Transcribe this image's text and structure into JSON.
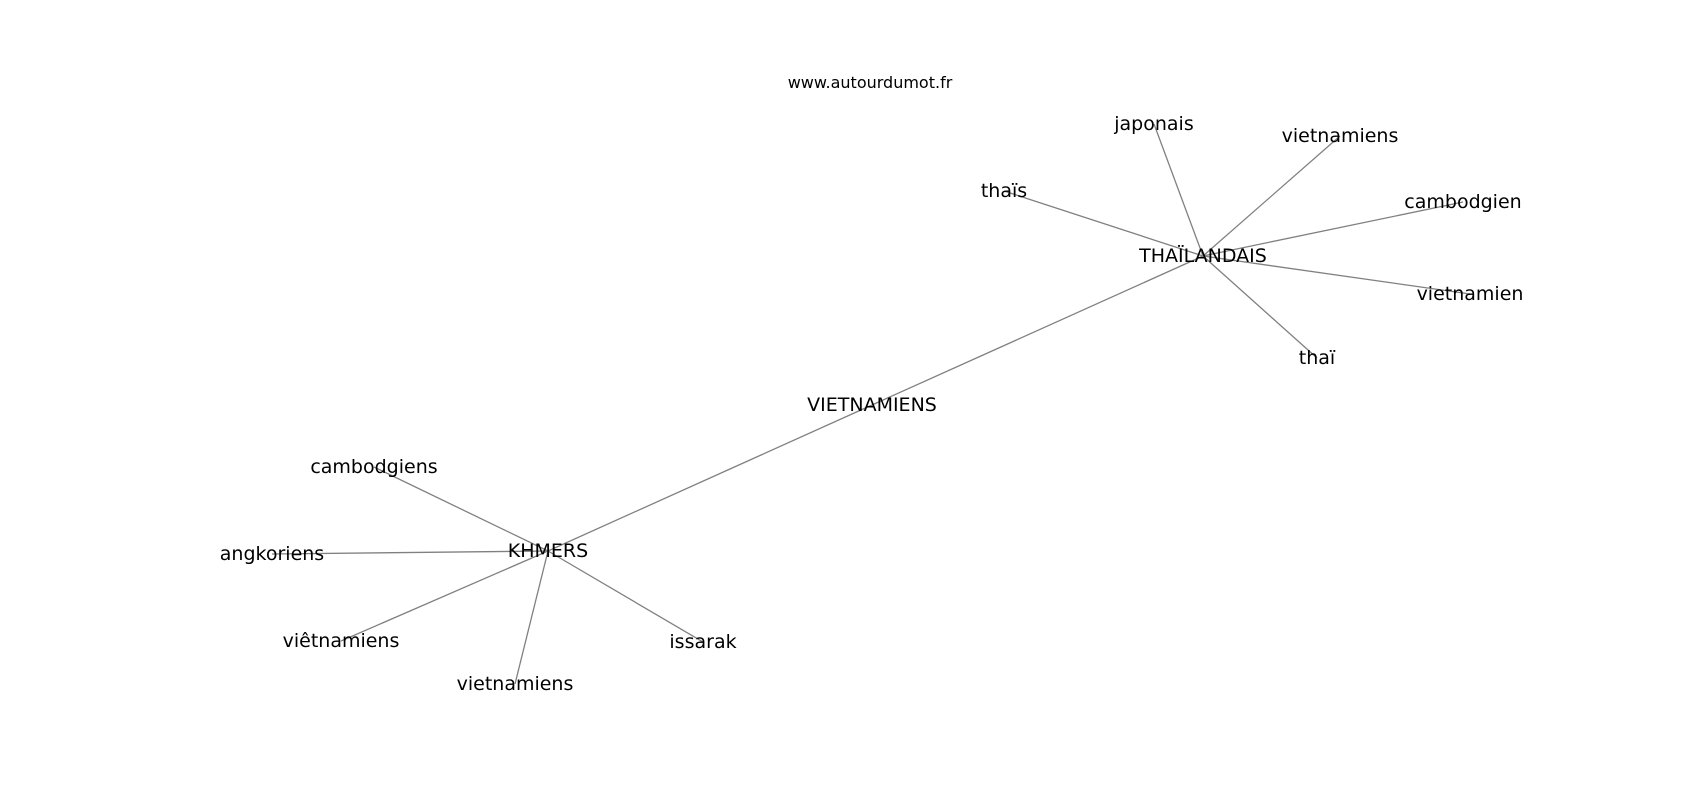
{
  "site_credit": "www.autourdumot.fr",
  "nodes": [
    {
      "id": "vietnamiens_center",
      "label": "VIETNAMIENS"
    },
    {
      "id": "thailandais",
      "label": "THAÏLANDAIS"
    },
    {
      "id": "khmers",
      "label": "KHMERS"
    },
    {
      "id": "japonais",
      "label": "japonais"
    },
    {
      "id": "vietnamiens_t",
      "label": "vietnamiens"
    },
    {
      "id": "thais",
      "label": "thaïs"
    },
    {
      "id": "cambodgien",
      "label": "cambodgien"
    },
    {
      "id": "vietnamien",
      "label": "vietnamien"
    },
    {
      "id": "thai",
      "label": "thaï"
    },
    {
      "id": "cambodgiens",
      "label": "cambodgiens"
    },
    {
      "id": "angkoriens",
      "label": "angkoriens"
    },
    {
      "id": "vietnamiens_accent",
      "label": "viêtnamiens"
    },
    {
      "id": "vietnamiens_k",
      "label": "vietnamiens"
    },
    {
      "id": "issarak",
      "label": "issarak"
    }
  ],
  "edges": [
    [
      "vietnamiens_center",
      "thailandais"
    ],
    [
      "vietnamiens_center",
      "khmers"
    ],
    [
      "thailandais",
      "japonais"
    ],
    [
      "thailandais",
      "vietnamiens_t"
    ],
    [
      "thailandais",
      "thais"
    ],
    [
      "thailandais",
      "cambodgien"
    ],
    [
      "thailandais",
      "vietnamien"
    ],
    [
      "thailandais",
      "thai"
    ],
    [
      "khmers",
      "cambodgiens"
    ],
    [
      "khmers",
      "angkoriens"
    ],
    [
      "khmers",
      "vietnamiens_accent"
    ],
    [
      "khmers",
      "vietnamiens_k"
    ],
    [
      "khmers",
      "issarak"
    ]
  ]
}
